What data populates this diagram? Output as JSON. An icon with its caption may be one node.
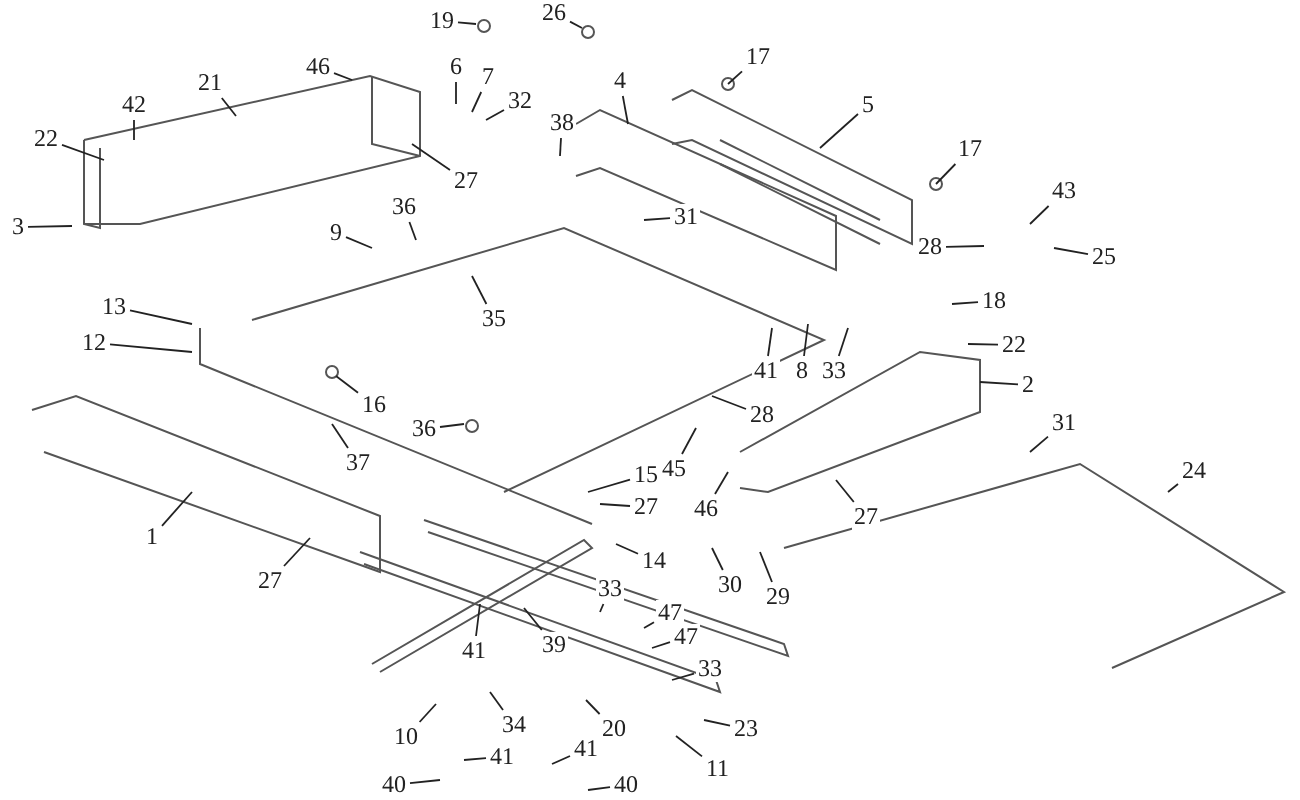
{
  "diagram": {
    "nodes": [
      {
        "text": [
          "42"
        ]
      },
      {
        "text": [
          "22"
        ]
      },
      {
        "text": [
          "21"
        ]
      },
      {
        "text": [
          "46"
        ]
      },
      {
        "text": [
          "3"
        ]
      },
      {
        "text": [
          "6"
        ]
      },
      {
        "text": [
          "7"
        ]
      },
      {
        "text": [
          "32"
        ]
      },
      {
        "text": [
          "19"
        ]
      },
      {
        "text": [
          "26"
        ]
      },
      {
        "text": [
          "27"
        ]
      },
      {
        "text": [
          "4"
        ]
      },
      {
        "text": [
          "38"
        ]
      },
      {
        "text": [
          "17"
        ]
      },
      {
        "text": [
          "5"
        ]
      },
      {
        "text": [
          "17"
        ]
      },
      {
        "text": [
          "43"
        ]
      },
      {
        "text": [
          "28"
        ]
      },
      {
        "text": [
          "25"
        ]
      },
      {
        "text": [
          "18"
        ]
      },
      {
        "text": [
          "22"
        ]
      },
      {
        "text": [
          "2"
        ]
      },
      {
        "text": [
          "31"
        ]
      },
      {
        "text": [
          "36"
        ]
      },
      {
        "text": [
          "9"
        ]
      },
      {
        "text": [
          "35"
        ]
      },
      {
        "text": [
          "13"
        ]
      },
      {
        "text": [
          "12"
        ]
      },
      {
        "text": [
          "16"
        ]
      },
      {
        "text": [
          "36"
        ]
      },
      {
        "text": [
          "37"
        ]
      },
      {
        "text": [
          "1"
        ]
      },
      {
        "text": [
          "27"
        ]
      },
      {
        "text": [
          "41"
        ]
      },
      {
        "text": [
          "8"
        ]
      },
      {
        "text": [
          "33"
        ]
      },
      {
        "text": [
          "15"
        ]
      },
      {
        "text": [
          "27"
        ]
      },
      {
        "text": [
          "14"
        ]
      },
      {
        "text": [
          "28"
        ]
      },
      {
        "text": [
          "45"
        ]
      },
      {
        "text": [
          "46"
        ]
      },
      {
        "text": [
          "27"
        ]
      },
      {
        "text": [
          "30"
        ]
      },
      {
        "text": [
          "29"
        ]
      },
      {
        "text": [
          "31"
        ]
      },
      {
        "text": [
          "24"
        ]
      },
      {
        "text": [
          "41"
        ]
      },
      {
        "text": [
          "39"
        ]
      },
      {
        "text": [
          "33"
        ]
      },
      {
        "text": [
          "47"
        ]
      },
      {
        "text": [
          "47"
        ]
      },
      {
        "text": [
          "33"
        ]
      },
      {
        "text": [
          "23"
        ]
      },
      {
        "text": [
          "11"
        ]
      },
      {
        "text": [
          "34"
        ]
      },
      {
        "text": [
          "10"
        ]
      },
      {
        "text": [
          "41"
        ]
      },
      {
        "text": [
          "40"
        ]
      },
      {
        "text": [
          "20"
        ]
      },
      {
        "text": [
          "41"
        ]
      },
      {
        "text": [
          "40"
        ]
      }
    ],
    "edges": [
      {
        "from": 0,
        "to": null,
        "arrow": "none"
      },
      {
        "from": 1,
        "to": null,
        "arrow": "none"
      },
      {
        "from": 2,
        "to": null,
        "arrow": "none"
      },
      {
        "from": 3,
        "to": null,
        "arrow": "none"
      },
      {
        "from": 4,
        "to": null,
        "arrow": "none"
      },
      {
        "from": 5,
        "to": null,
        "arrow": "none"
      },
      {
        "from": 6,
        "to": null,
        "arrow": "none"
      },
      {
        "from": 7,
        "to": null,
        "arrow": "none"
      },
      {
        "from": 8,
        "to": null,
        "arrow": "none"
      },
      {
        "from": 9,
        "to": null,
        "arrow": "none"
      },
      {
        "from": 10,
        "to": null,
        "arrow": "none"
      },
      {
        "from": 11,
        "to": null,
        "arrow": "none"
      },
      {
        "from": 12,
        "to": null,
        "arrow": "none"
      },
      {
        "from": 13,
        "to": null,
        "arrow": "none"
      },
      {
        "from": 14,
        "to": null,
        "arrow": "none"
      },
      {
        "from": 15,
        "to": null,
        "arrow": "none"
      },
      {
        "from": 16,
        "to": null,
        "arrow": "none"
      },
      {
        "from": 17,
        "to": null,
        "arrow": "none"
      },
      {
        "from": 18,
        "to": null,
        "arrow": "none"
      },
      {
        "from": 19,
        "to": null,
        "arrow": "none"
      },
      {
        "from": 20,
        "to": null,
        "arrow": "none"
      },
      {
        "from": 21,
        "to": null,
        "arrow": "none"
      },
      {
        "from": 22,
        "to": null,
        "arrow": "none"
      },
      {
        "from": 23,
        "to": null,
        "arrow": "none"
      },
      {
        "from": 24,
        "to": null,
        "arrow": "none"
      },
      {
        "from": 25,
        "to": null,
        "arrow": "none"
      },
      {
        "from": 26,
        "to": null,
        "arrow": "none"
      },
      {
        "from": 27,
        "to": null,
        "arrow": "none"
      },
      {
        "from": 28,
        "to": null,
        "arrow": "none"
      },
      {
        "from": 29,
        "to": null,
        "arrow": "none"
      },
      {
        "from": 30,
        "to": null,
        "arrow": "none"
      },
      {
        "from": 31,
        "to": null,
        "arrow": "none"
      },
      {
        "from": 32,
        "to": null,
        "arrow": "none"
      },
      {
        "from": 33,
        "to": null,
        "arrow": "none"
      },
      {
        "from": 34,
        "to": null,
        "arrow": "none"
      },
      {
        "from": 35,
        "to": null,
        "arrow": "none"
      },
      {
        "from": 36,
        "to": null,
        "arrow": "none"
      },
      {
        "from": 37,
        "to": null,
        "arrow": "none"
      },
      {
        "from": 38,
        "to": null,
        "arrow": "none"
      },
      {
        "from": 39,
        "to": null,
        "arrow": "none"
      },
      {
        "from": 40,
        "to": null,
        "arrow": "none"
      },
      {
        "from": 41,
        "to": null,
        "arrow": "none"
      },
      {
        "from": 42,
        "to": null,
        "arrow": "none"
      },
      {
        "from": 43,
        "to": null,
        "arrow": "none"
      },
      {
        "from": 44,
        "to": null,
        "arrow": "none"
      },
      {
        "from": 45,
        "to": null,
        "arrow": "none"
      },
      {
        "from": 46,
        "to": null,
        "arrow": "none"
      },
      {
        "from": 47,
        "to": null,
        "arrow": "none"
      },
      {
        "from": 48,
        "to": null,
        "arrow": "none"
      },
      {
        "from": 49,
        "to": null,
        "arrow": "none"
      },
      {
        "from": 50,
        "to": null,
        "arrow": "none"
      },
      {
        "from": 51,
        "to": null,
        "arrow": "none"
      },
      {
        "from": 52,
        "to": null,
        "arrow": "none"
      },
      {
        "from": 53,
        "to": null,
        "arrow": "none"
      },
      {
        "from": 54,
        "to": null,
        "arrow": "none"
      },
      {
        "from": 55,
        "to": null,
        "arrow": "none"
      },
      {
        "from": 56,
        "to": null,
        "arrow": "none"
      },
      {
        "from": 57,
        "to": null,
        "arrow": "none"
      },
      {
        "from": 58,
        "to": null,
        "arrow": "none"
      },
      {
        "from": 59,
        "to": null,
        "arrow": "none"
      },
      {
        "from": 60,
        "to": null,
        "arrow": "none"
      },
      {
        "from": 61,
        "to": null,
        "arrow": "none"
      }
    ]
  }
}
